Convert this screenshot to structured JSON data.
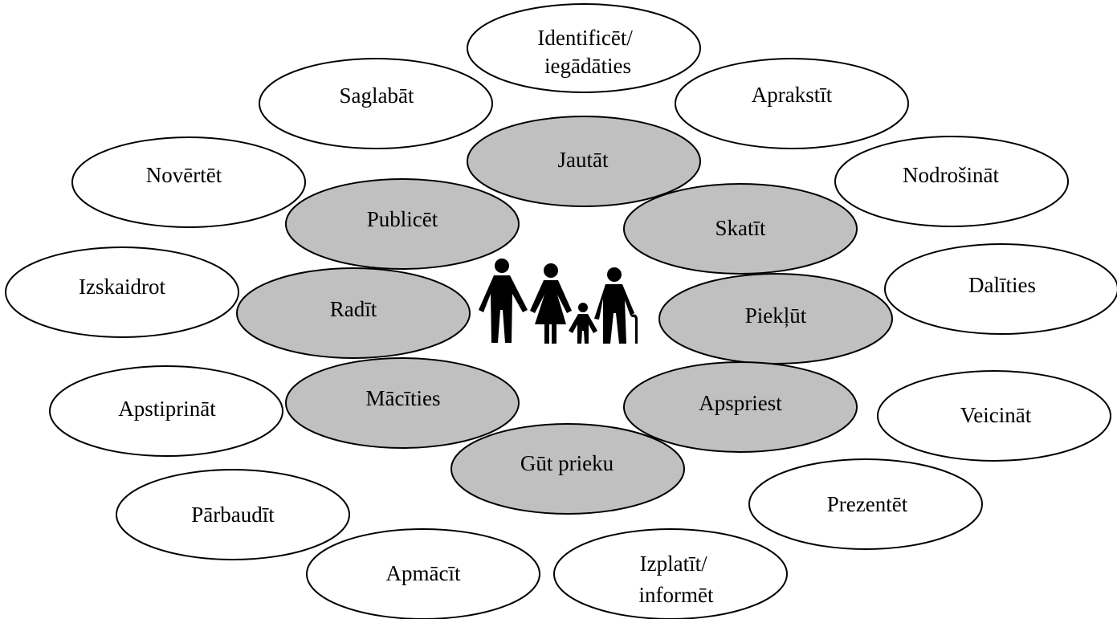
{
  "diagram": {
    "colors": {
      "outer_fill": "#ffffff",
      "inner_fill": "#c0c0c0",
      "stroke": "#000000",
      "text": "#000000"
    },
    "center_icon": "family-people-icon",
    "inner_ring": [
      {
        "id": "jautat",
        "label": "Jautāt"
      },
      {
        "id": "publicet",
        "label": "Publicēt"
      },
      {
        "id": "skatit",
        "label": "Skatīt"
      },
      {
        "id": "radit",
        "label": "Radīt"
      },
      {
        "id": "piekluti",
        "label": "Piekļūt"
      },
      {
        "id": "macities",
        "label": "Mācīties"
      },
      {
        "id": "apspriest",
        "label": "Apspriest"
      },
      {
        "id": "gut-prieku",
        "label": "Gūt prieku"
      }
    ],
    "outer_ring": [
      {
        "id": "identificet",
        "label": [
          "Identificēt/",
          "iegādāties"
        ]
      },
      {
        "id": "saglabat",
        "label": [
          "Saglabāt"
        ]
      },
      {
        "id": "aprakstit",
        "label": [
          "Aprakstīt"
        ]
      },
      {
        "id": "novertet",
        "label": [
          "Novērtēt"
        ]
      },
      {
        "id": "nodrosinat",
        "label": [
          "Nodrošināt"
        ]
      },
      {
        "id": "izskaidrot",
        "label": [
          "Izskaidrot"
        ]
      },
      {
        "id": "dalities",
        "label": [
          "Dalīties"
        ]
      },
      {
        "id": "apstiprinat",
        "label": [
          "Apstiprināt"
        ]
      },
      {
        "id": "veicinat",
        "label": [
          "Veicināt"
        ]
      },
      {
        "id": "parbaudit",
        "label": [
          "Pārbaudīt"
        ]
      },
      {
        "id": "prezentet",
        "label": [
          "Prezentēt"
        ]
      },
      {
        "id": "apmacit",
        "label": [
          "Apmācīt"
        ]
      },
      {
        "id": "izplatit",
        "label": [
          "Izplatīt/",
          "informēt"
        ]
      }
    ]
  }
}
